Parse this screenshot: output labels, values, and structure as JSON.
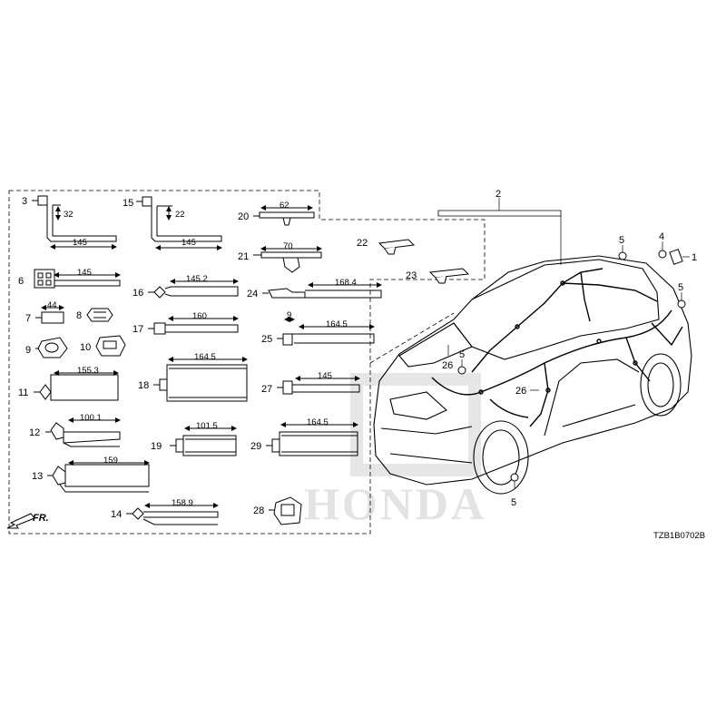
{
  "diagram": {
    "code": "TZB1B0702B",
    "watermark": "HONDA",
    "direction": "FR.",
    "callouts": {
      "c1": "1",
      "c2": "2",
      "c3": "3",
      "c4": "4",
      "c5a": "5",
      "c5b": "5",
      "c5c": "5",
      "c5d": "5",
      "c6": "6",
      "c7": "7",
      "c8": "8",
      "c9": "9",
      "c10": "10",
      "c11": "11",
      "c12": "12",
      "c13": "13",
      "c14": "14",
      "c15": "15",
      "c16": "16",
      "c17": "17",
      "c18": "18",
      "c19": "19",
      "c20": "20",
      "c21": "21",
      "c22": "22",
      "c23": "23",
      "c24": "24",
      "c25": "25",
      "c26a": "26",
      "c26b": "26",
      "c27": "27",
      "c28": "28",
      "c29": "29"
    },
    "dims": {
      "d3v": "32",
      "d3h": "145",
      "d15v": "22",
      "d15h": "145",
      "d6": "145",
      "d7": "44",
      "d11": "155.3",
      "d12": "100.1",
      "d13": "159",
      "d14": "158.9",
      "d16": "145.2",
      "d17": "160",
      "d18": "164.5",
      "d19": "101.5",
      "d20": "62",
      "d21": "70",
      "d24": "168.4",
      "d25a": "9",
      "d25b": "164.5",
      "d27": "145",
      "d29": "164.5"
    }
  }
}
